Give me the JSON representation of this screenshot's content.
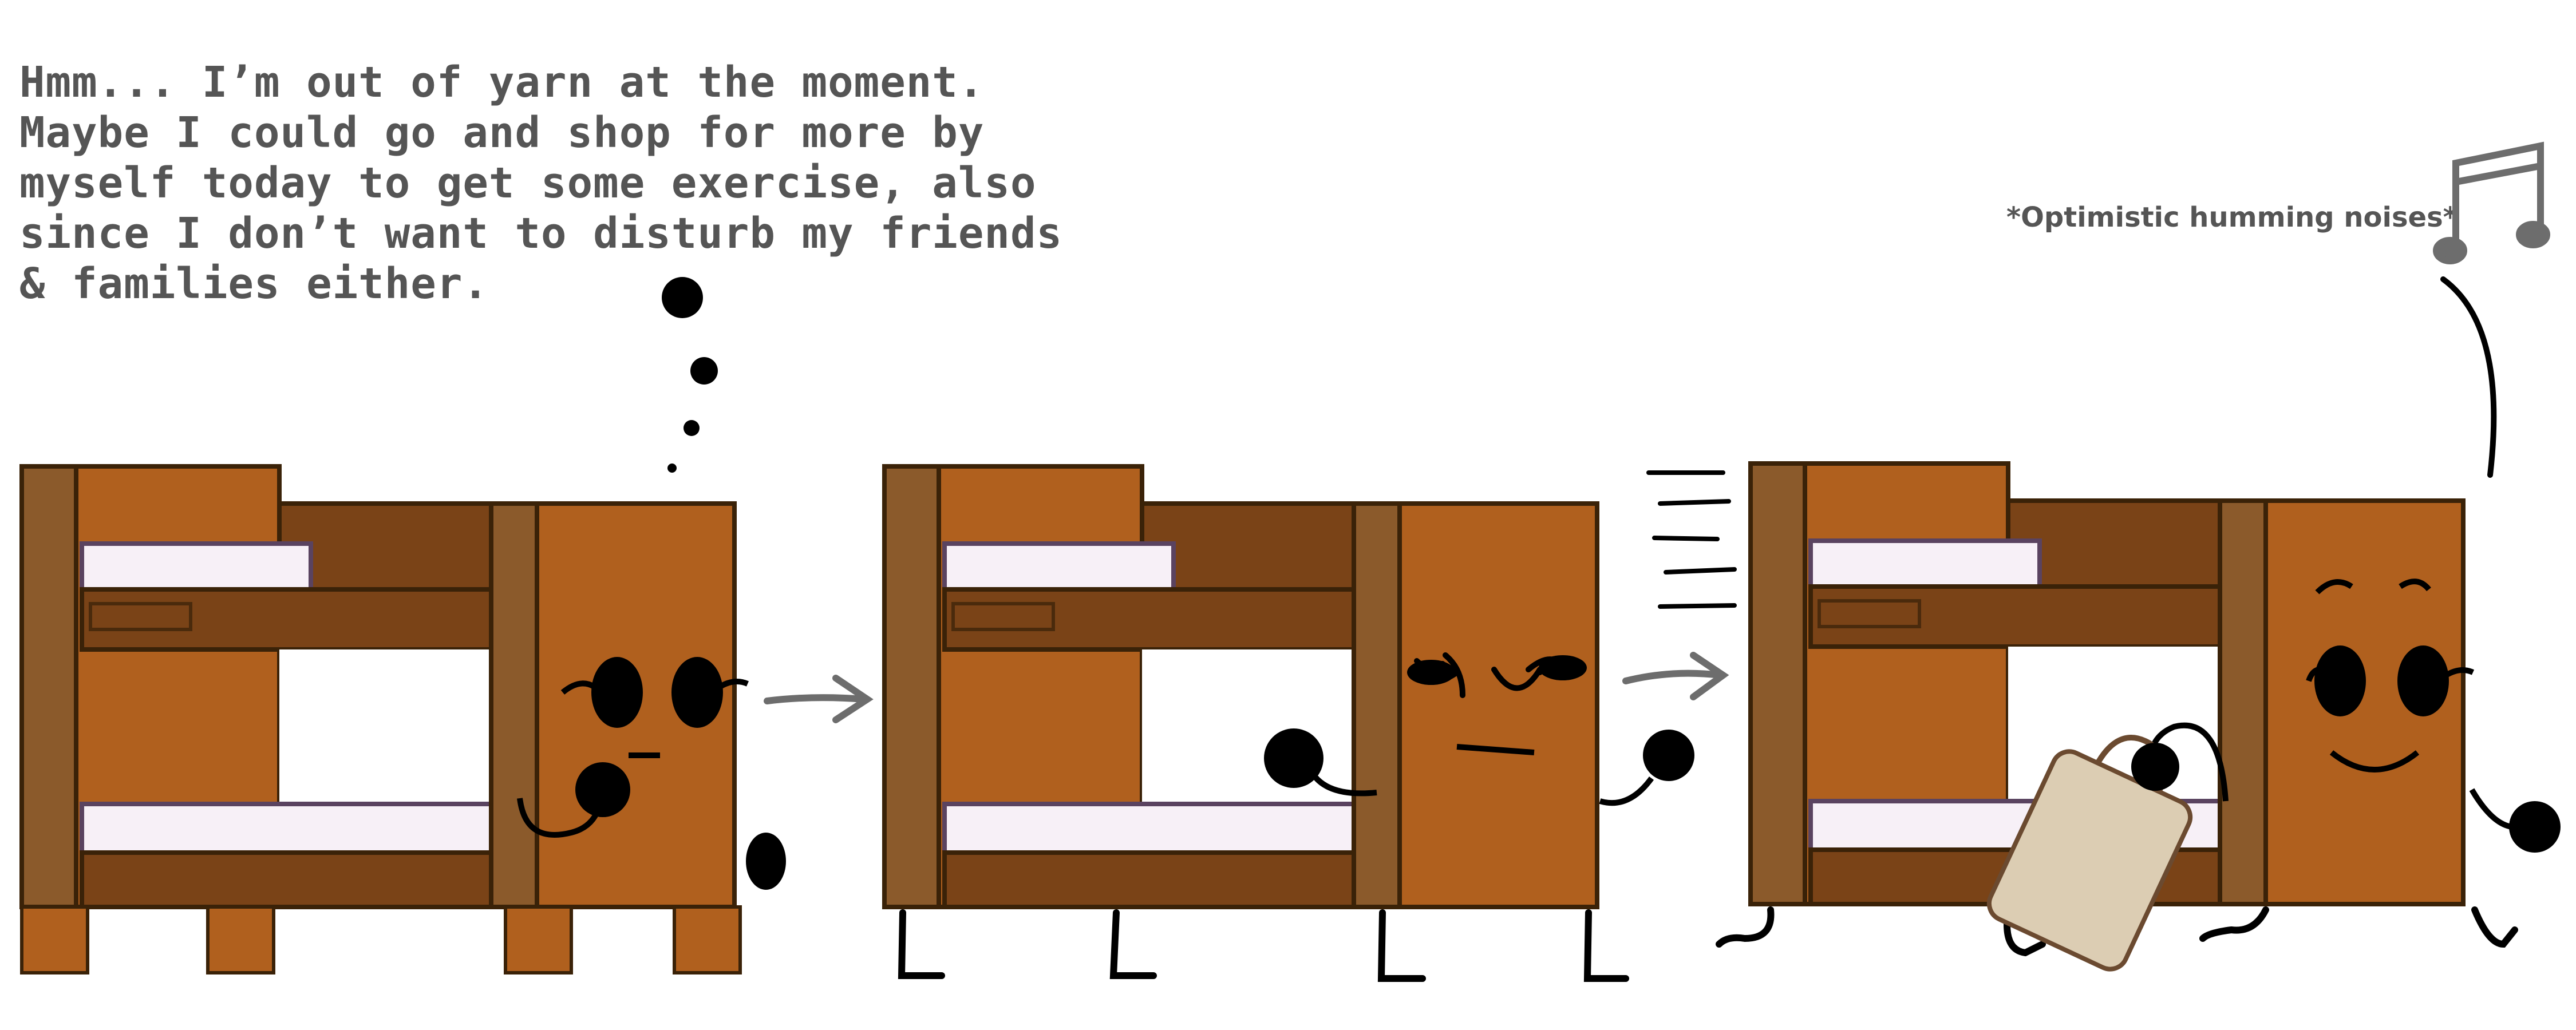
{
  "thought_bubble": {
    "lines": [
      "Hmm... I’m out of yarn at the moment.",
      "Maybe I could go and shop for more by",
      "myself today to get some exercise, also",
      "since I don’t want to disturb my friends",
      "& families either."
    ]
  },
  "humming_caption": "*Optimistic humming noises*",
  "colors": {
    "wood": "#b0601e",
    "wood_dark": "#7a4317",
    "wood_post": "#8b5a2b",
    "mattress": "#f7f0f7",
    "mattress_edge": "#5a4360",
    "ink": "#000000",
    "text": "#555555",
    "arrow": "#6d6d6d",
    "bag": "#dccdb3"
  },
  "icons": [
    "music-note-icon",
    "arrow-right-icon",
    "thought-bubble-dots-icon",
    "shopping-bag-icon"
  ]
}
